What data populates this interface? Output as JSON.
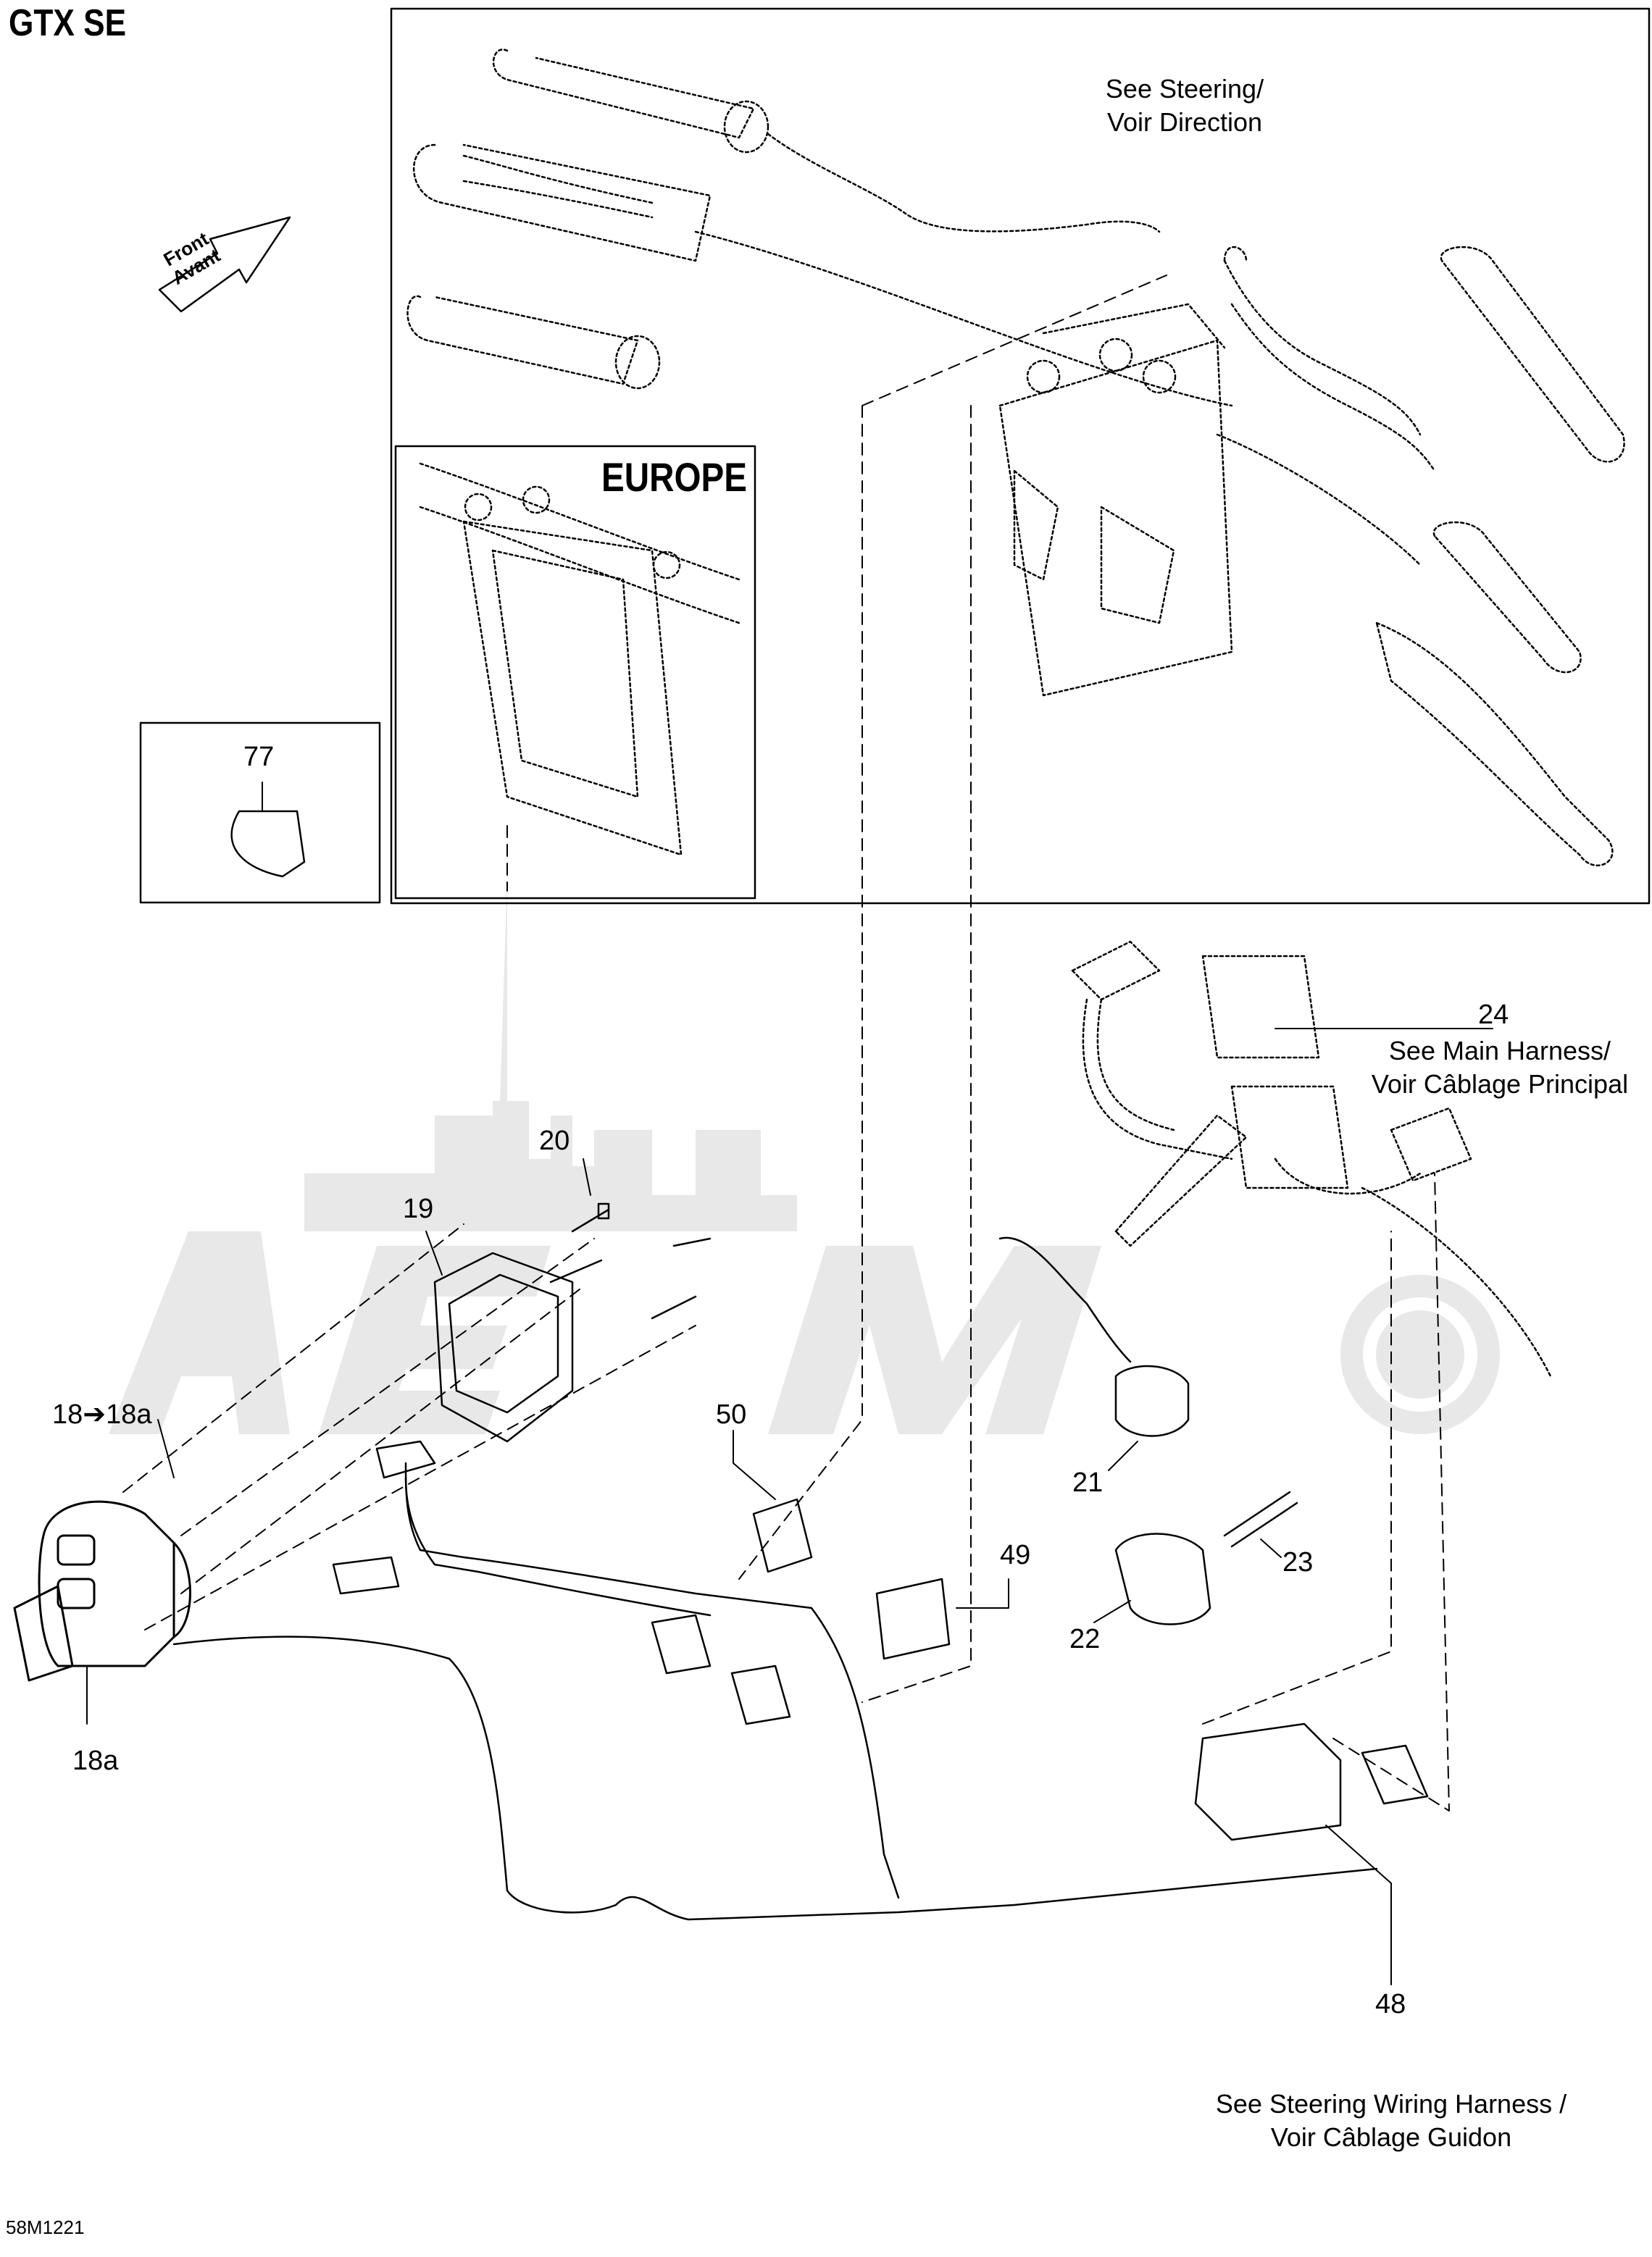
{
  "model_title": "GTX SE",
  "region_label": "EUROPE",
  "front_arrow": {
    "line1": "Front",
    "line2": "Avant"
  },
  "notes": {
    "steering": {
      "line1": "See Steering/",
      "line2": "Voir Direction"
    },
    "main_harness": {
      "line1": "See Main Harness/",
      "line2": "Voir Câblage Principal"
    },
    "steering_harness": {
      "line1": "See Steering Wiring Harness /",
      "line2": "Voir Câblage Guidon"
    }
  },
  "callouts": {
    "c77": "77",
    "c24": "24",
    "c20": "20",
    "c19": "19",
    "c18": "18➔18a",
    "c50": "50",
    "c21": "21",
    "c23": "23",
    "c49": "49",
    "c22": "22",
    "c18a": "18a",
    "c48": "48"
  },
  "diagram_code": "58M1221",
  "colors": {
    "line": "#000000",
    "watermark": "#e6e6e6",
    "background": "#ffffff"
  }
}
